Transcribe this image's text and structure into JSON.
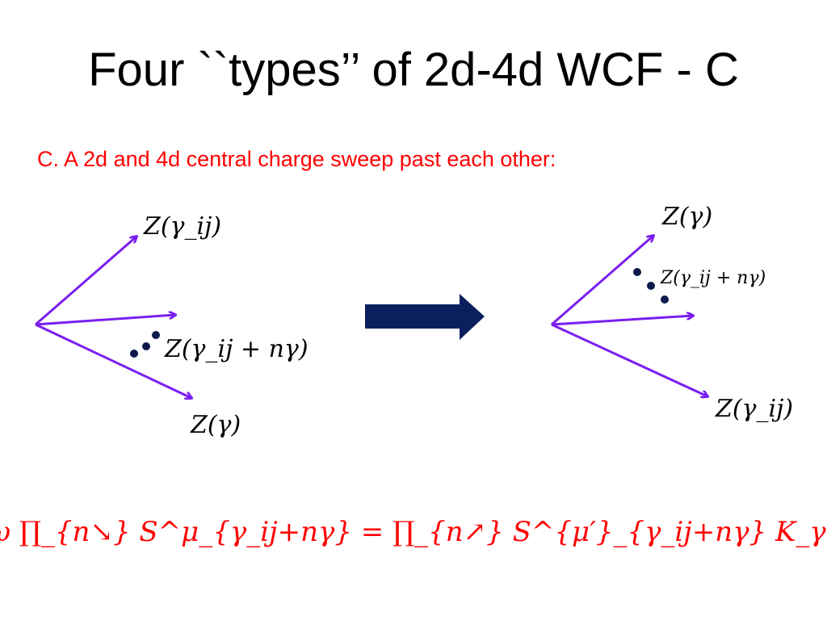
{
  "slide": {
    "title": "Four ``types’’ of 2d-4d WCF - C",
    "subtitle": "C.  A 2d and 4d central charge sweep past each other:"
  },
  "colors": {
    "arrow": "#7a1ff0",
    "dots": "#0b1a4a",
    "transition_arrow": "#0b1f5c",
    "formula": "#ff0000",
    "subtitle": "#ff0000"
  },
  "left_diagram": {
    "label_top": "Z(γ_ij)",
    "label_middle": "Z(γ_ij + nγ)",
    "label_bottom": "Z(γ)"
  },
  "right_diagram": {
    "label_top": "Z(γ)",
    "label_middle": "Z(γ_ij + nγ)",
    "label_bottom": "Z(γ_ij)"
  },
  "formula": {
    "text": "K_γ^ω ∏_{n↘} S^μ_{γ_ij+nγ} = ∏_{n↗} S^{μ′}_{γ_ij+nγ} K_γ^{ω′}"
  }
}
